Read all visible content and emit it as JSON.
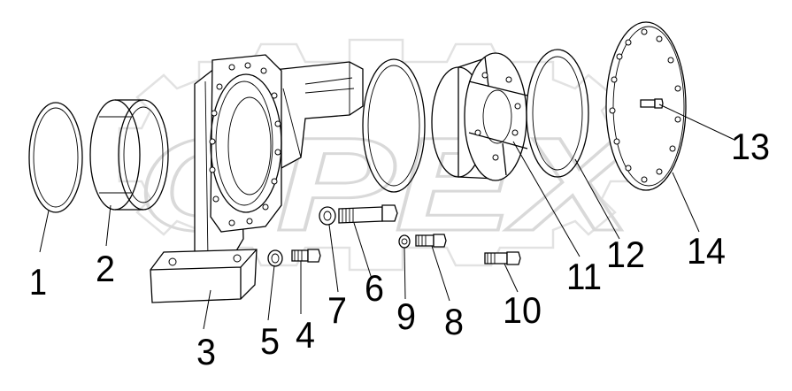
{
  "diagram": {
    "watermark": "OPEX",
    "callouts": [
      {
        "id": "part-1",
        "label": "1"
      },
      {
        "id": "part-2",
        "label": "2"
      },
      {
        "id": "part-3",
        "label": "3"
      },
      {
        "id": "part-4",
        "label": "4"
      },
      {
        "id": "part-5",
        "label": "5"
      },
      {
        "id": "part-6",
        "label": "6"
      },
      {
        "id": "part-7",
        "label": "7"
      },
      {
        "id": "part-8",
        "label": "8"
      },
      {
        "id": "part-9",
        "label": "9"
      },
      {
        "id": "part-10",
        "label": "10"
      },
      {
        "id": "part-11",
        "label": "11"
      },
      {
        "id": "part-12",
        "label": "12"
      },
      {
        "id": "part-13",
        "label": "13"
      },
      {
        "id": "part-14",
        "label": "14"
      }
    ]
  }
}
